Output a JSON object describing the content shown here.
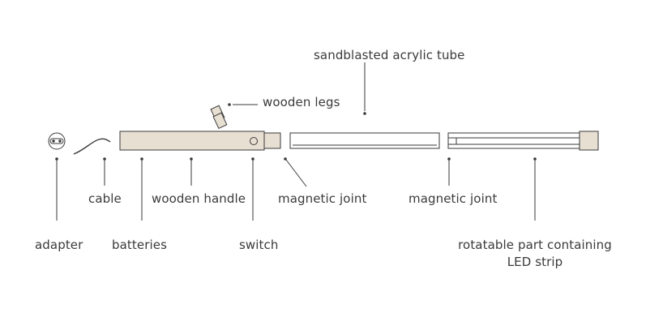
{
  "labels": {
    "sandblasted_tube": "sandblasted acrylic tube",
    "wooden_legs": "wooden legs",
    "adapter": "adapter",
    "cable": "cable",
    "batteries": "batteries",
    "wooden_handle": "wooden handle",
    "switch": "switch",
    "magnetic_joint_1": "magnetic joint",
    "magnetic_joint_2": "magnetic joint",
    "rotatable_part_line1": "rotatable part containing",
    "rotatable_part_line2": "LED strip"
  },
  "colors": {
    "line": "#3a3a3a",
    "wood_fill": "#e8dfd3",
    "tube_fill": "#ffffff"
  }
}
